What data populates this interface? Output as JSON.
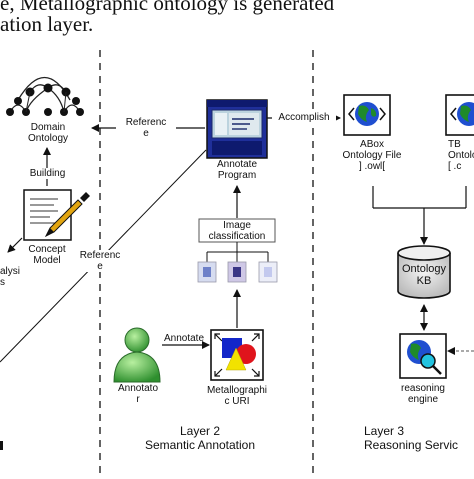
{
  "caption_lines": [
    "e, Metallographic ontology is generated",
    "ation layer."
  ],
  "nodes": {
    "domain_ontology": "Domain\nOntology",
    "building": "Building",
    "concept_model": "Concept\nModel",
    "analysis": "alysi\ns",
    "annotate_program": "Annotate\nProgram",
    "image_classification": "Image\nclassification",
    "annotator": "Annotato\nr",
    "metallographic_uri": "Metallographi\nc URI",
    "abox_file": "ABox\nOntology File\n] .owl[",
    "tbox_file": "TB\nOntolo\n[ .c",
    "ontology_kb": "Ontology\nKB",
    "reasoning_engine": "reasoning\nengine"
  },
  "edges": {
    "reference_top": "Referenc\ne",
    "reference_left": "Referenc\ne",
    "accomplish": "Accomplish",
    "annotate": "Annotate"
  },
  "layers": {
    "layer2": "Layer 2\nSemantic Annotation",
    "layer3": "Layer 3\nReasoning Servic"
  },
  "colors": {
    "program_blue": "#1f2f9a",
    "globe_green": "#1f8a2a",
    "globe_blue": "#1f4fd0",
    "person_green": "#39a33a",
    "magnifier_cyan": "#22c3e0",
    "shape_red": "#e0141c",
    "shape_yellow": "#f2e200",
    "shape_blue": "#1326c9",
    "kb_gray": "#d9d9d9"
  }
}
